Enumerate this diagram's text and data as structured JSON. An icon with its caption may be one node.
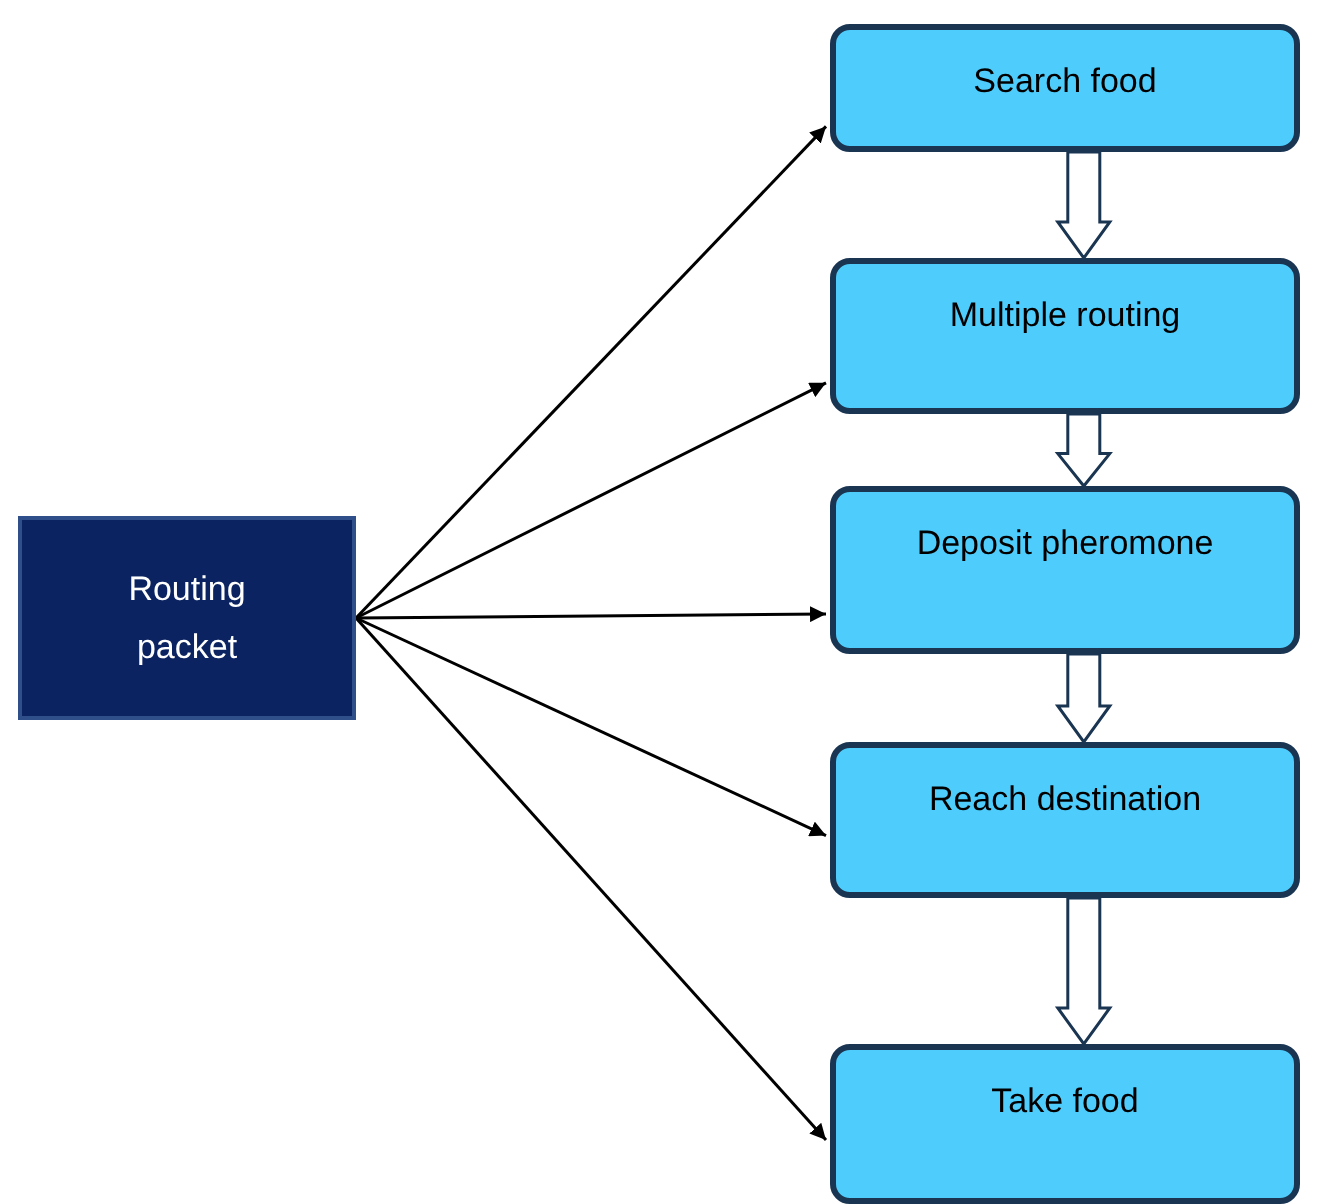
{
  "diagram": {
    "nodes": [
      {
        "text": [
          "Routing packet"
        ]
      },
      {
        "text": [
          "Search food"
        ]
      },
      {
        "text": [
          "Multiple routing"
        ]
      },
      {
        "text": [
          "Deposit pheromone"
        ]
      },
      {
        "text": [
          "Reach destination"
        ]
      },
      {
        "text": [
          "Take food"
        ]
      }
    ],
    "edges": [
      {
        "from": 0,
        "to": 1,
        "arrow": "to"
      },
      {
        "from": 0,
        "to": 2,
        "arrow": "to"
      },
      {
        "from": 0,
        "to": 3,
        "arrow": "to"
      },
      {
        "from": 0,
        "to": 4,
        "arrow": "to"
      },
      {
        "from": 0,
        "to": 5,
        "arrow": "to"
      },
      {
        "from": 1,
        "to": 2,
        "arrow": "to",
        "style": "thick"
      },
      {
        "from": 2,
        "to": 3,
        "arrow": "to",
        "style": "thick"
      },
      {
        "from": 3,
        "to": 4,
        "arrow": "to",
        "style": "thick"
      },
      {
        "from": 4,
        "to": 5,
        "arrow": "to",
        "style": "thick"
      }
    ]
  }
}
